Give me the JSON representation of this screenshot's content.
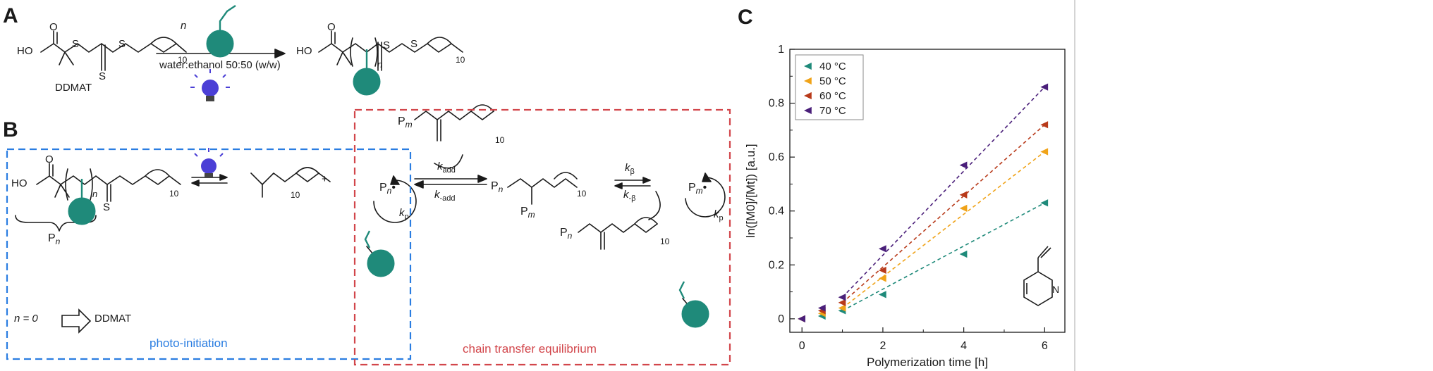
{
  "panels": {
    "a": "A",
    "b": "B",
    "c": "C"
  },
  "scheme_a": {
    "reagent_n": "n",
    "condition": "water:ethanol 50:50 (w/w)",
    "cta_name": "DDMAT",
    "subscript_10": "10",
    "subscript_n": "n",
    "ho": "HO",
    "o": "O",
    "s": "S"
  },
  "scheme_b": {
    "pn": "P",
    "pm": "P",
    "sub_n": "n",
    "sub_m": "m",
    "n_equals": "n = 0",
    "ddmat": "DDMAT",
    "photo_label": "photo-initiation",
    "chain_label": "chain transfer equilibrium",
    "k_add": "k",
    "k_add_sub": "add",
    "k_minus_add_sub": "-add",
    "k_beta_sub": "β",
    "k_minus_beta_sub": "-β",
    "k_p_sub": "p",
    "plus": "+",
    "dot": "•"
  },
  "colors": {
    "teal": "#1f8a7a",
    "blue_box": "#2a7de1",
    "red_box": "#d2464b",
    "bulb": "#4b3fd6",
    "s40": "#1f8a7a",
    "s50": "#f0a318",
    "s60": "#b83a1a",
    "s70": "#4a1f7a"
  },
  "chart_data": {
    "type": "scatter",
    "xlabel": "Polymerization time [h]",
    "ylabel": "ln([M0]/[Mt]) [a.u.]",
    "xlim": [
      -0.3,
      6.5
    ],
    "ylim": [
      -0.05,
      1.0
    ],
    "xticks": [
      0,
      2,
      4,
      6
    ],
    "yticks": [
      0,
      0.2,
      0.4,
      0.6,
      0.8,
      1
    ],
    "ytick_labels": [
      "0",
      "0.2",
      "0.4",
      "0.6",
      "0.8",
      "1"
    ],
    "legend_position": "top-left",
    "series": [
      {
        "name": "40 °C",
        "color": "#1f8a7a",
        "x": [
          0,
          0.5,
          1,
          2,
          4,
          6
        ],
        "y": [
          0,
          0.01,
          0.03,
          0.09,
          0.24,
          0.43
        ],
        "fit": [
          [
            1,
            0.03
          ],
          [
            6,
            0.43
          ]
        ]
      },
      {
        "name": "50 °C",
        "color": "#f0a318",
        "x": [
          0,
          0.5,
          1,
          2,
          4,
          6
        ],
        "y": [
          0,
          0.02,
          0.04,
          0.15,
          0.41,
          0.62
        ],
        "fit": [
          [
            1,
            0.04
          ],
          [
            6,
            0.62
          ]
        ]
      },
      {
        "name": "60 °C",
        "color": "#b83a1a",
        "x": [
          0,
          0.5,
          1,
          2,
          4,
          6
        ],
        "y": [
          0,
          0.03,
          0.06,
          0.18,
          0.46,
          0.72
        ],
        "fit": [
          [
            1,
            0.06
          ],
          [
            6,
            0.72
          ]
        ]
      },
      {
        "name": "70 °C",
        "color": "#4a1f7a",
        "x": [
          0,
          0.5,
          1,
          2,
          4,
          6
        ],
        "y": [
          0,
          0.04,
          0.08,
          0.26,
          0.57,
          0.86
        ],
        "fit": [
          [
            1,
            0.08
          ],
          [
            6,
            0.86
          ]
        ]
      }
    ],
    "inset_atom": "N"
  }
}
